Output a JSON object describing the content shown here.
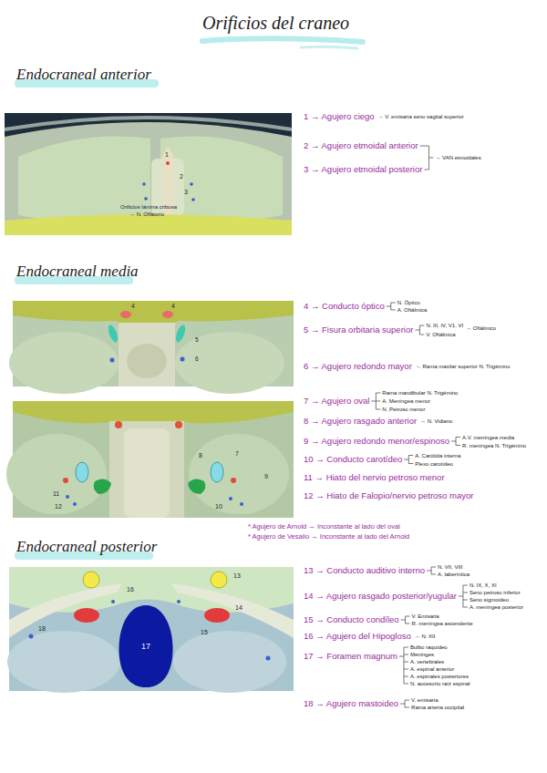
{
  "diagram": {
    "title": "Orificios del craneo",
    "nodes": [
      {
        "text": [
          "17"
        ]
      }
    ],
    "labels": [
      "Endocraneal anterior",
      "Endocraneal media",
      "Endocraneal posterior",
      "1",
      "2",
      "3",
      "Orificios lámina cribosa",
      "→ N. Olfatorio",
      "1 → Agujero ciego",
      "→ V. emisaria seno sagital superior",
      "2 → Agujero etmoidal anterior",
      "3 → Agujero etmoidal posterior",
      "→ VAN etmoidales",
      "4",
      "4",
      "5",
      "6",
      "8",
      "7",
      "9",
      "10",
      "11",
      "12",
      "4 → Conducto óptico",
      "N. Óptico",
      "A. Oftálmica",
      "5 → Fisura orbitaria superior",
      "N. III, IV, V1, VI",
      "→ Oftálmico",
      "V. Oftálmica",
      "6 → Agujero redondo mayor",
      "→ Rama maxilar superior N. Trigémino",
      "7 → Agujero oval",
      "Rama mandibular N. Trigémino",
      "A. Meníngea menor",
      "N. Petroso menor",
      "8 → Agujero rasgado anterior",
      "→ N. Vidiano",
      "9 → Agujero redondo menor/espinoso",
      "A.V. meníngea media",
      "R. meníngea N. Trigémino",
      "10 → Conducto carotídeo",
      "A. Carótida interna",
      "Plexo carotídeo",
      "11 → Hiato del nervio petroso menor",
      "12 → Hiato de Falopio/nervio petroso mayor",
      "* Agujero de Arnold → Inconstante al lado del oval",
      "* Agujero de Vesalio → Inconstante al lado del Arnold",
      "13",
      "16",
      "14",
      "15",
      "18",
      "13 → Conducto auditivo interno",
      "N. VII, VIII",
      "A. laberíntica",
      "14 → Agujero rasgado posterior/yugular",
      "N. IX, X, XI",
      "Seno petroso inferior",
      "Seno sigmoideo",
      "A. meníngea posterior",
      "15 → Conducto condíleo",
      "V. Emisaria",
      "R. meníngea ascendente",
      "16 → Agujero del Hipogloso",
      "→ N. XII",
      "17 → Foramen magnum",
      "Bulbo raquídeo",
      "Meninges",
      "A. vertebrales",
      "A. espinal anterior",
      "A. espinales posteriores",
      "N. accesorio raíz espinal",
      "18 → Agujero mastoideo",
      "V. emisaria",
      "Rama arteria occipital"
    ]
  }
}
